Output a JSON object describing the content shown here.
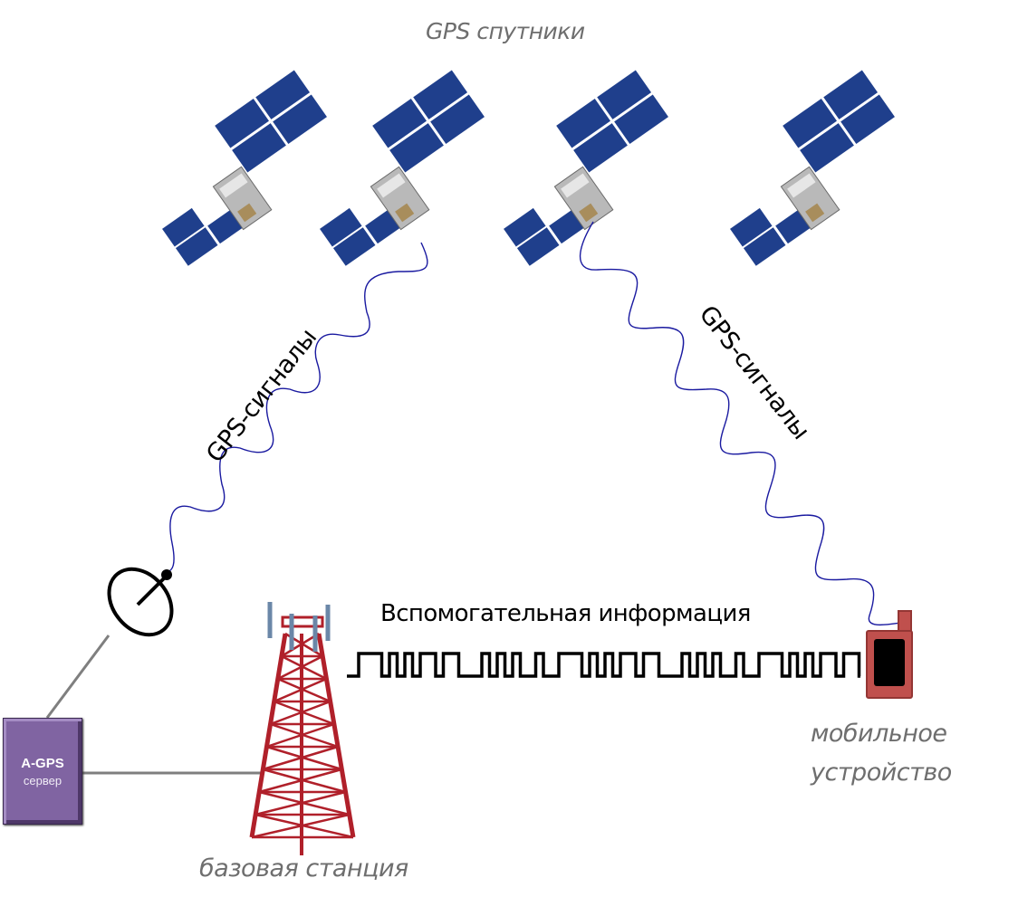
{
  "title": "GPS спутники",
  "satellites": [
    {
      "name": "satellite-1"
    },
    {
      "name": "satellite-2"
    },
    {
      "name": "satellite-3"
    },
    {
      "name": "satellite-4"
    }
  ],
  "signals": {
    "left_label": "GPS-сигналы",
    "right_label": "GPS-сигналы"
  },
  "aux_info_label": "Вспомогательная информация",
  "server": {
    "title": "A-GPS",
    "subtitle": "сервер"
  },
  "base_station_label": "базовая станция",
  "mobile_label_line1": "мобильное",
  "mobile_label_line2": "устройство",
  "colors": {
    "panel_blue": "#1f3f8c",
    "signal_wave": "#1a1aa0",
    "server_purple": "#8064a2",
    "tower_red": "#b0202a",
    "phone_red": "#c0504d",
    "label_gray": "#6e6e6e"
  }
}
